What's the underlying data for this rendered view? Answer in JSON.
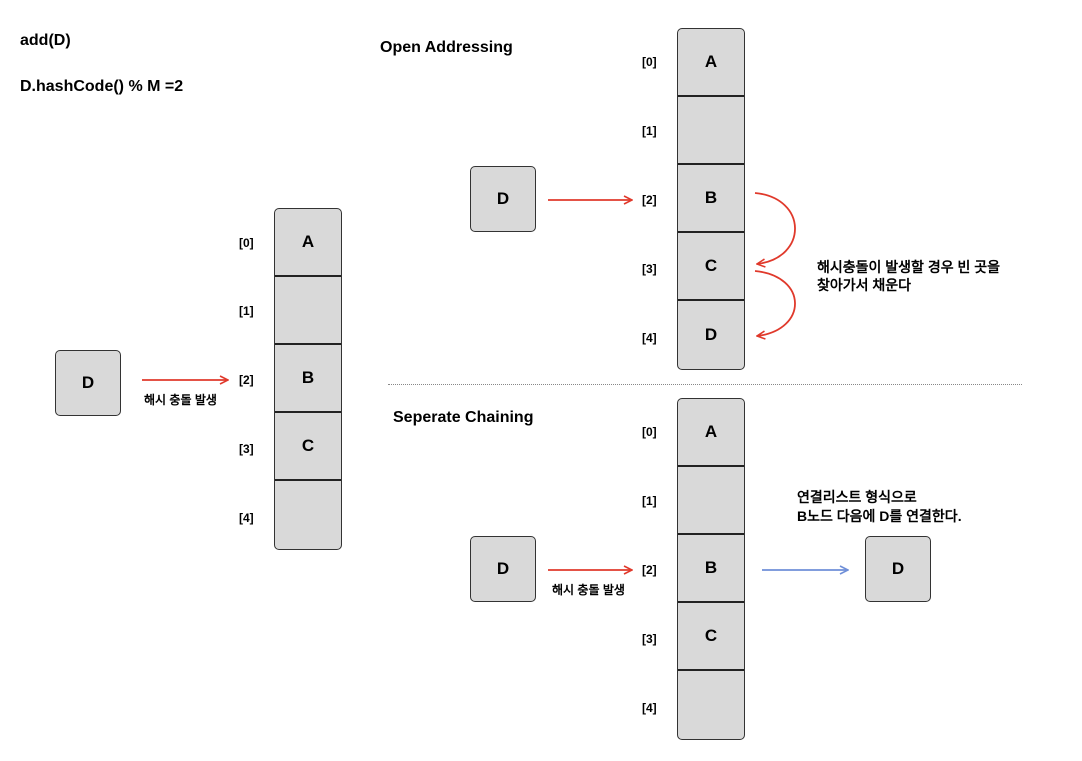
{
  "header": {
    "line1": "add(D)",
    "line2": "D.hashCode() % M =2"
  },
  "left": {
    "node": "D",
    "arrow_label": "해시 충돌 발생",
    "indices": [
      "[0]",
      "[1]",
      "[2]",
      "[3]",
      "[4]"
    ],
    "cells": [
      "A",
      "",
      "B",
      "C",
      ""
    ]
  },
  "open_addressing": {
    "title": "Open Addressing",
    "node": "D",
    "indices": [
      "[0]",
      "[1]",
      "[2]",
      "[3]",
      "[4]"
    ],
    "cells": [
      "A",
      "",
      "B",
      "C",
      "D"
    ],
    "note_line1": "해시충돌이 발생할 경우 빈 곳을",
    "note_line2": "찾아가서 채운다"
  },
  "separate_chaining": {
    "title": "Seperate Chaining",
    "node": "D",
    "arrow_label": "해시 충돌 발생",
    "indices": [
      "[0]",
      "[1]",
      "[2]",
      "[3]",
      "[4]"
    ],
    "cells": [
      "A",
      "",
      "B",
      "C",
      ""
    ],
    "linked_node": "D",
    "note_line1": "연결리스트 형식으로",
    "note_line2": "B노드 다음에 D를 연결한다."
  },
  "colors": {
    "red_arrow": "#e0392b",
    "blue_arrow": "#6f8fd8",
    "box_fill": "#d9d9d9"
  }
}
